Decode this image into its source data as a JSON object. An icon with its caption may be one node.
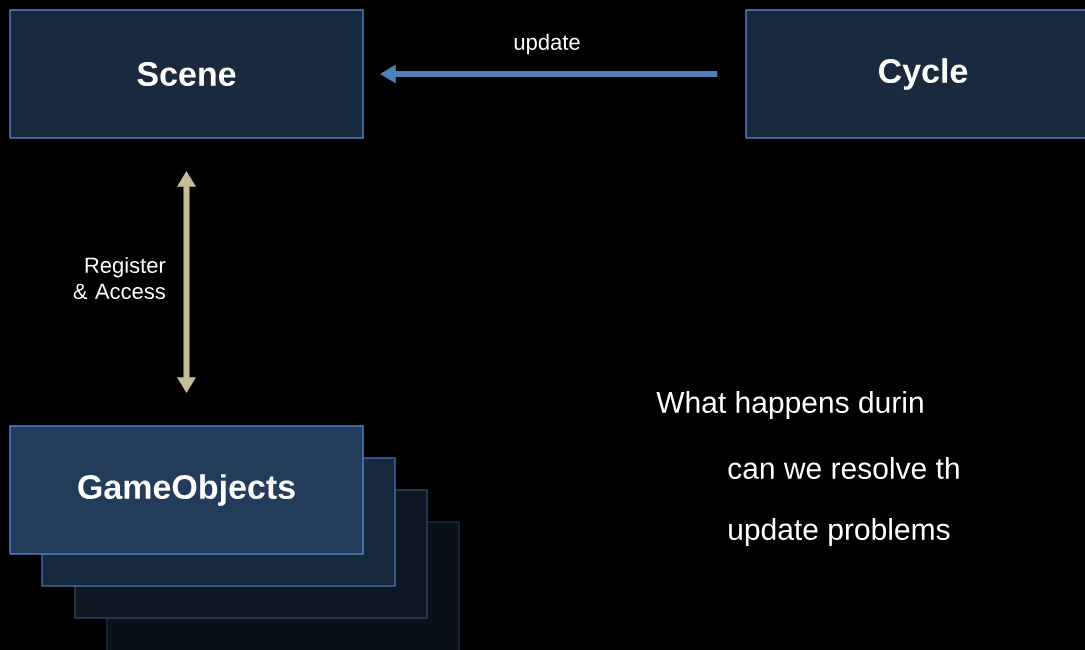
{
  "diagram": {
    "nodes": [
      {
        "text": [
          "Scene"
        ]
      },
      {
        "text": [
          "Cycle"
        ]
      },
      {
        "text": [
          "GameObjects"
        ]
      }
    ],
    "edges": [
      {
        "from": 1,
        "to": 0,
        "arrow": "to",
        "label": "update",
        "color": "#4f81bd"
      },
      {
        "from": 0,
        "to": 2,
        "arrow": "both",
        "label": "Register & Access",
        "color": "#c4bd97"
      }
    ],
    "labels": [
      "What happens durin",
      "can we resolve th",
      "update problems"
    ]
  }
}
